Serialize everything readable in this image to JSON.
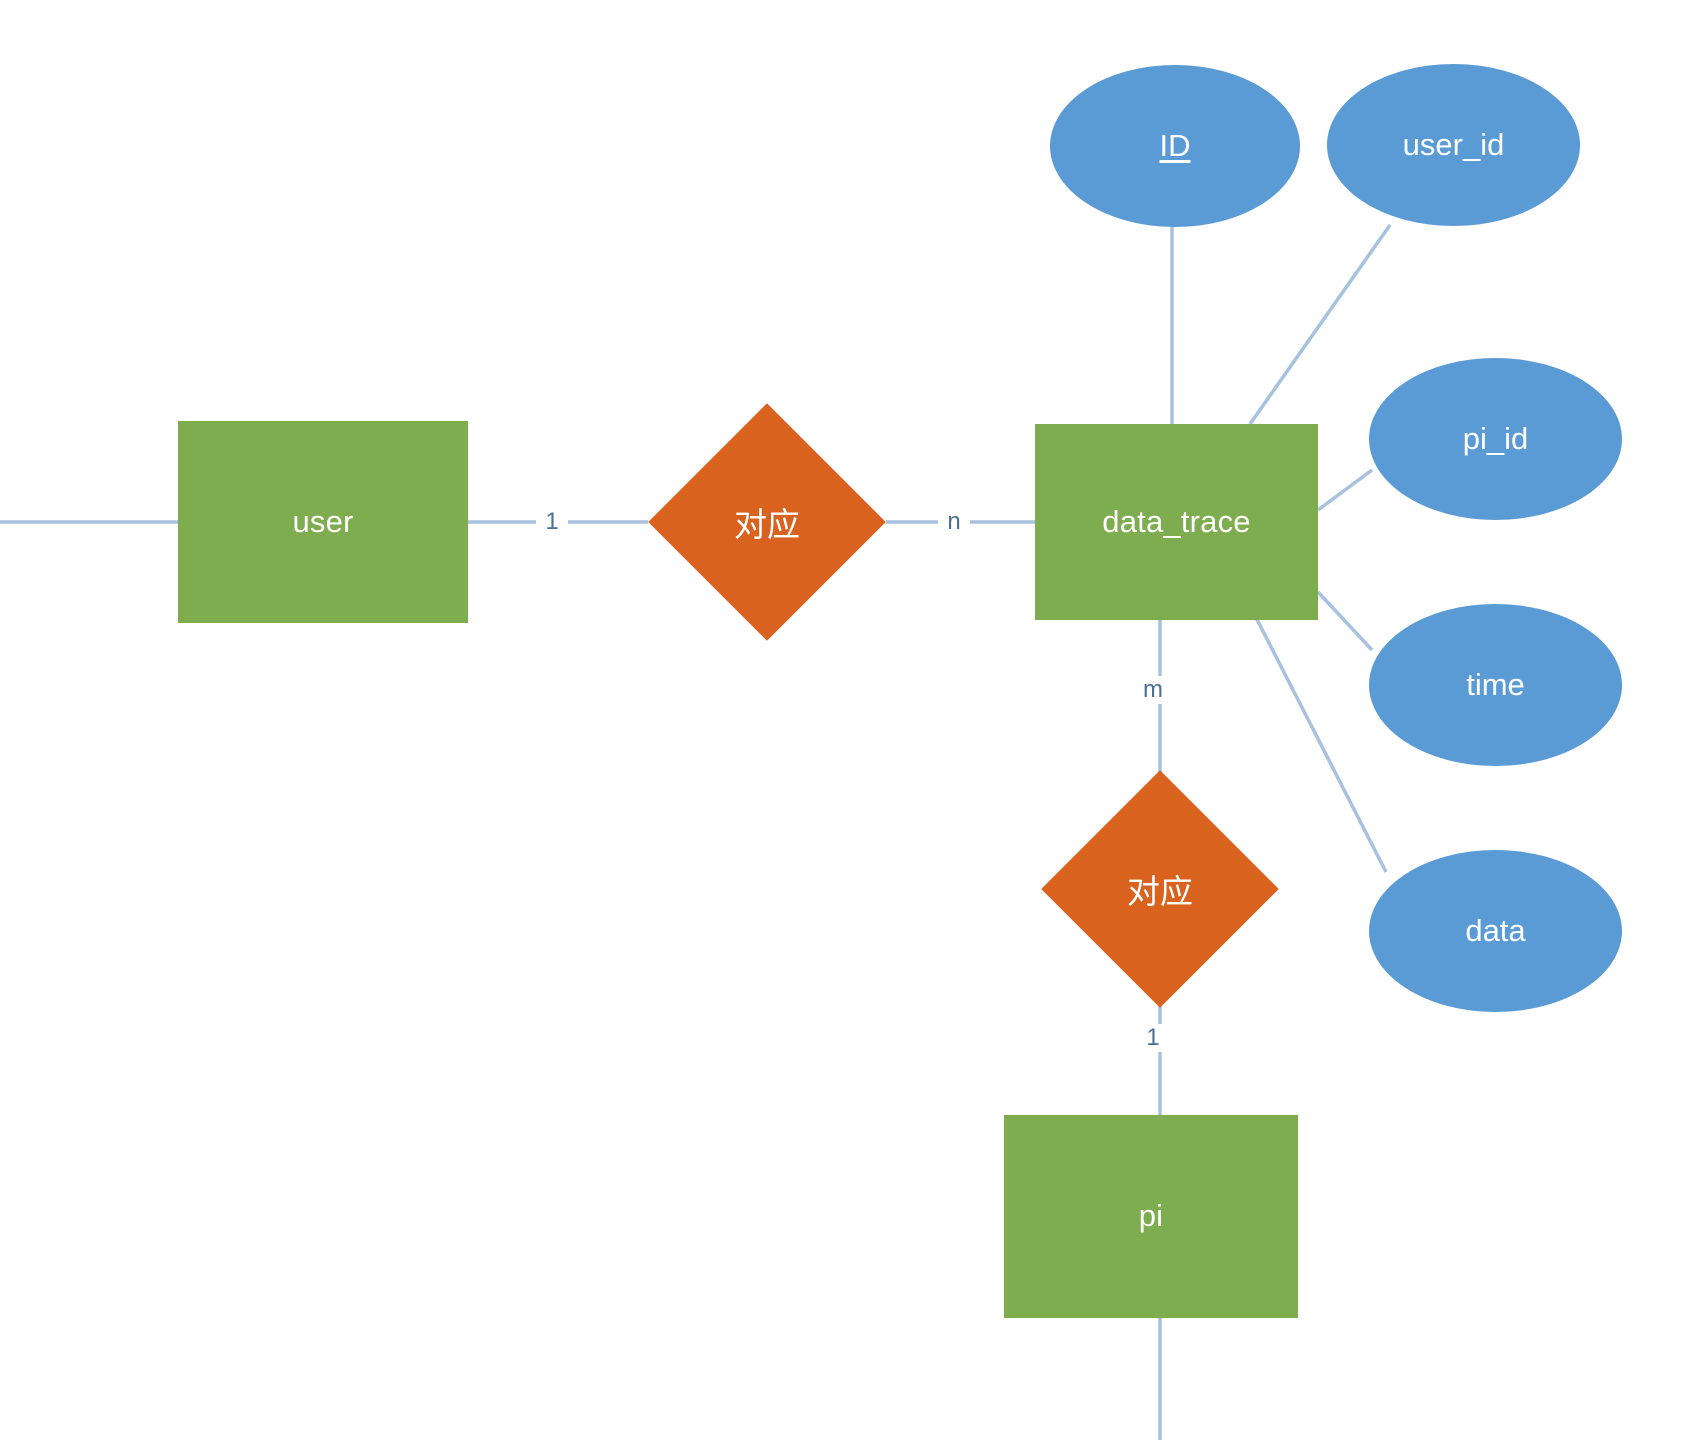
{
  "diagram": {
    "type": "er-diagram",
    "background_color": "#FFFFFF",
    "entity_color": "#7DAD4E",
    "attribute_color": "#5B9BD5",
    "relationship_color": "#D8621E",
    "edge_color": "#A7C1E0",
    "label_color": "#4A6E96",
    "text_color": "#FFFFFF"
  },
  "entities": [
    {
      "id": "user",
      "label": "user"
    },
    {
      "id": "data_trace",
      "label": "data_trace"
    },
    {
      "id": "pi",
      "label": "pi"
    }
  ],
  "attributes": [
    {
      "id": "id",
      "label": "ID",
      "primary_key": true,
      "owner": "data_trace"
    },
    {
      "id": "user_id",
      "label": "user_id",
      "primary_key": false,
      "owner": "data_trace"
    },
    {
      "id": "pi_id",
      "label": "pi_id",
      "primary_key": false,
      "owner": "data_trace"
    },
    {
      "id": "time",
      "label": "time",
      "primary_key": false,
      "owner": "data_trace"
    },
    {
      "id": "data",
      "label": "data",
      "primary_key": false,
      "owner": "data_trace"
    }
  ],
  "relationships": [
    {
      "id": "rel_user_trace",
      "label": "对应",
      "from": "user",
      "to": "data_trace"
    },
    {
      "id": "rel_trace_pi",
      "label": "对应",
      "from": "data_trace",
      "to": "pi"
    }
  ],
  "cardinalities": [
    {
      "id": "card_user",
      "label": "1",
      "edge": "user-to-rel_user_trace"
    },
    {
      "id": "card_trace_n",
      "label": "n",
      "edge": "rel_user_trace-to-data_trace"
    },
    {
      "id": "card_trace_m",
      "label": "m",
      "edge": "data_trace-to-rel_trace_pi"
    },
    {
      "id": "card_pi",
      "label": "1",
      "edge": "rel_trace_pi-to-pi"
    }
  ]
}
